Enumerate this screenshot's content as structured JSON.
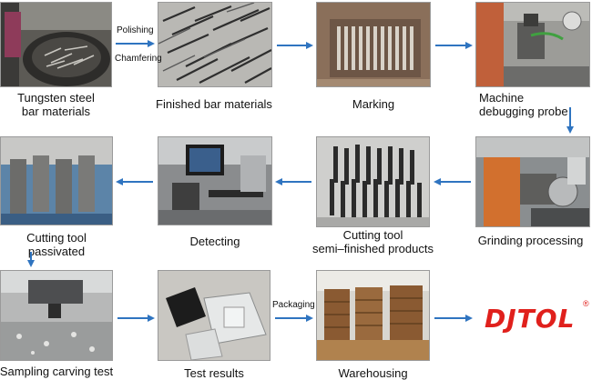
{
  "steps": [
    {
      "id": "tungsten",
      "caption": "Tungsten steel\nbar materials"
    },
    {
      "id": "finished",
      "caption": "Finished bar materials"
    },
    {
      "id": "marking",
      "caption": "Marking"
    },
    {
      "id": "machine",
      "caption": "Machine\ndebugging probe"
    },
    {
      "id": "grinding",
      "caption": "Grinding processing"
    },
    {
      "id": "semifinished",
      "caption": "Cutting tool\nsemi–finished products"
    },
    {
      "id": "detecting",
      "caption": "Detecting"
    },
    {
      "id": "passivated",
      "caption": "Cutting tool\npassivated"
    },
    {
      "id": "sampling",
      "caption": "Sampling carving test"
    },
    {
      "id": "results",
      "caption": "Test results"
    },
    {
      "id": "warehousing",
      "caption": "Warehousing"
    }
  ],
  "arrow_labels": {
    "polishing": "Polishing",
    "chamfering": "Chamfering",
    "packaging": "Packaging"
  },
  "logo": {
    "text": "DJTOL",
    "mark": "®",
    "color": "#e0201c"
  },
  "colors": {
    "arrow": "#2f74c0"
  }
}
